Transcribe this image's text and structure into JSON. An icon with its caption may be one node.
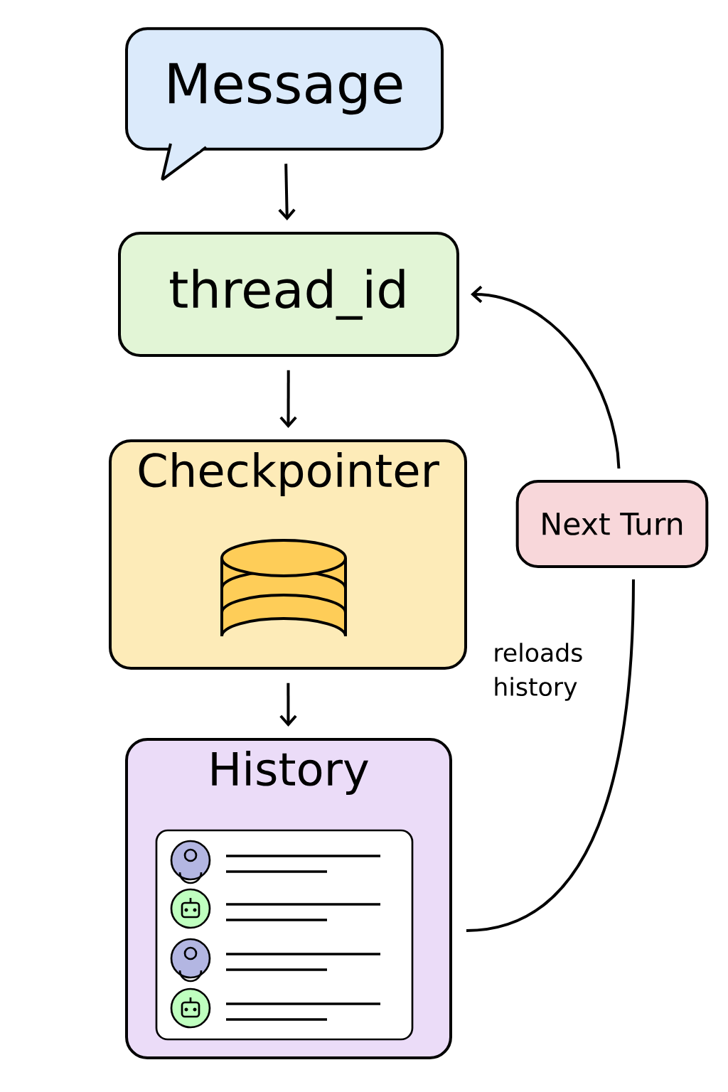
{
  "diagram": {
    "nodes": [
      {
        "text": [
          "Message"
        ]
      },
      {
        "text": [
          "thread_id"
        ]
      },
      {
        "text": [
          "Checkpointer"
        ]
      },
      {
        "text": [
          "History"
        ]
      },
      {
        "text": [
          "Next Turn"
        ]
      }
    ],
    "edges": [
      {
        "from": 0,
        "to": 1,
        "arrow": "to"
      },
      {
        "from": 1,
        "to": 2,
        "arrow": "to"
      },
      {
        "from": 2,
        "to": 3,
        "arrow": "to"
      },
      {
        "from": 3,
        "to": 4,
        "arrow": "none",
        "label": "reloads history"
      },
      {
        "from": 4,
        "to": 1,
        "arrow": "to"
      }
    ]
  }
}
